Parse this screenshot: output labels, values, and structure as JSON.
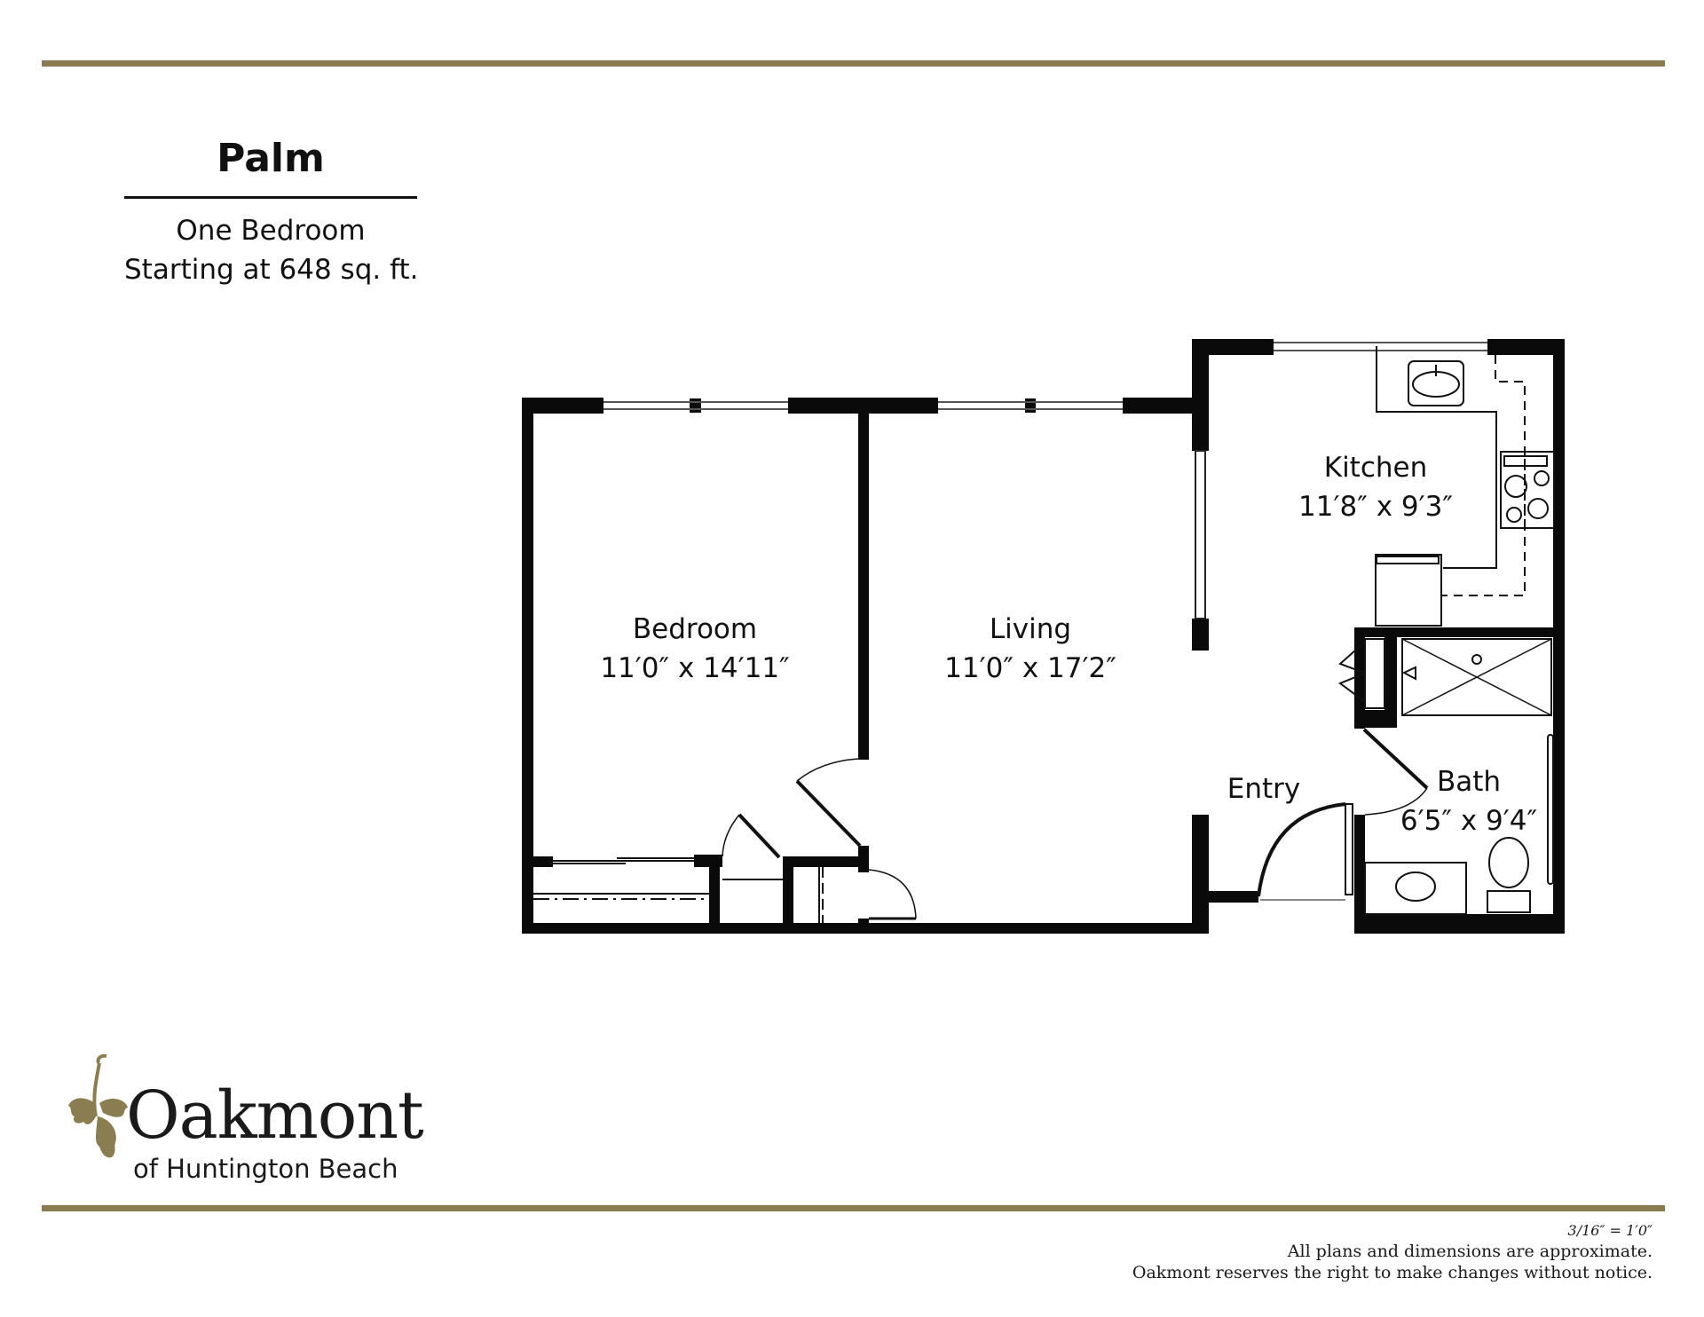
{
  "header": {
    "plan_name": "Palm",
    "unit_type": "One Bedroom",
    "size": "Starting at 648 sq. ft."
  },
  "rooms": [
    {
      "name": "Bedroom",
      "dimensions": "11′0″ x 14′11″"
    },
    {
      "name": "Living",
      "dimensions": "11′0″ x 17′2″"
    },
    {
      "name": "Kitchen",
      "dimensions": "11′8″ x 9′3″"
    },
    {
      "name": "Entry",
      "dimensions": ""
    },
    {
      "name": "Bath",
      "dimensions": "6′5″ x 9′4″"
    }
  ],
  "brand": {
    "name": "Oakmont",
    "location": "of Huntington Beach",
    "leaf_icon": "oak-leaf-icon",
    "accent_color": "#8a7a52"
  },
  "footer": {
    "scale": "3/16″ = 1′0″",
    "disclaimer_1": "All plans and dimensions are approximate.",
    "disclaimer_2": "Oakmont reserves the right to make changes without notice."
  },
  "colors": {
    "wall": "#0a0a0a",
    "gold_bar": "#8a7a52",
    "leaf": "#8b7d52"
  }
}
